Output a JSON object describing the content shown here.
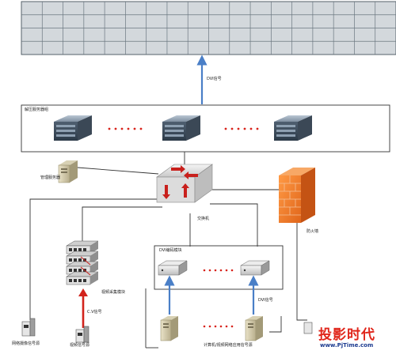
{
  "labels": {
    "dvi_signal_top": "DVI信号",
    "server_group": "解压服务器组",
    "management_server": "管理服务器",
    "switch": "交换机",
    "firewall": "防火墙",
    "dvi_encoder_module": "DVI编码模块",
    "dvi_signal_right": "DVI信号",
    "video_capture_module": "视频采集模块",
    "cvbs_signal": "C.V信号",
    "network_monitor_source": "网络摄像信号源",
    "analog_video_source": "视频信号源",
    "computer_source": "计算机/视频网络应用信号源"
  },
  "dots": "••••••",
  "watermark": {
    "text": "投影时代",
    "url": "www.PjTime.com"
  }
}
